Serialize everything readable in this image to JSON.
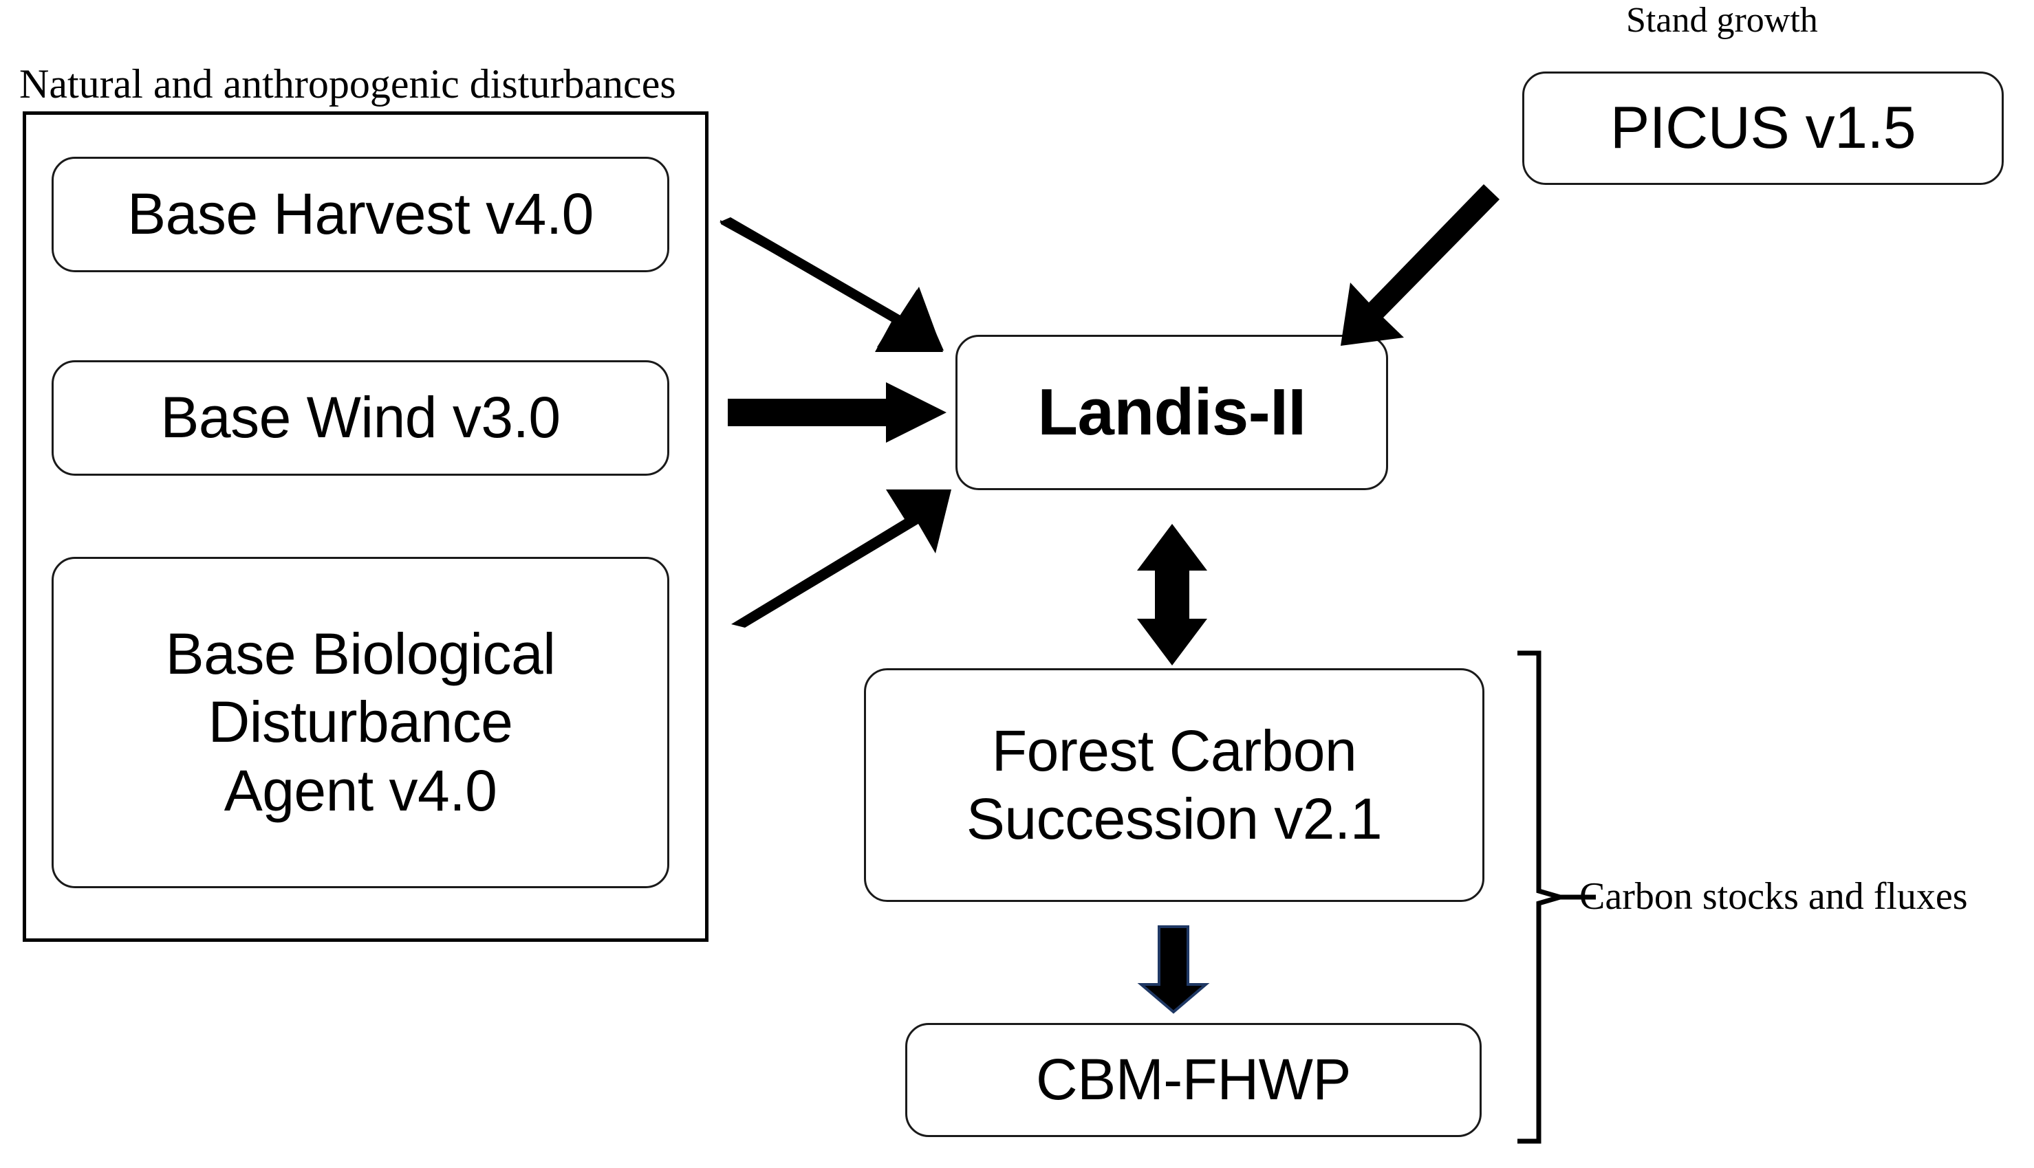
{
  "diagram": {
    "title": "Landis-II forest model linkage diagram",
    "background_color": "#ffffff",
    "line_color": "#000000",
    "arrow_accent_color": "#1f3864"
  },
  "captions": {
    "disturbances": "Natural and anthropogenic disturbances",
    "stand_growth": "Stand growth",
    "carbon": "Carbon stocks and fluxes"
  },
  "nodes": {
    "base_harvest": "Base Harvest v4.0",
    "base_wind": "Base Wind v3.0",
    "base_bda_line1": "Base Biological",
    "base_bda_line2": "Disturbance",
    "base_bda_line3": "Agent v4.0",
    "picus": "PICUS v1.5",
    "landis": "Landis-II",
    "fcs_line1": "Forest Carbon",
    "fcs_line2": "Succession v2.1",
    "cbm": "CBM-FHWP"
  },
  "connections": [
    {
      "from": "Base Harvest v4.0",
      "to": "Landis-II",
      "style": "single-arrow-diagonal-down-right"
    },
    {
      "from": "Base Wind v3.0",
      "to": "Landis-II",
      "style": "single-arrow-horizontal-right"
    },
    {
      "from": "Base Biological Disturbance Agent v4.0",
      "to": "Landis-II",
      "style": "single-arrow-diagonal-up-right"
    },
    {
      "from": "PICUS v1.5",
      "to": "Landis-II",
      "style": "single-arrow-diagonal-down-left"
    },
    {
      "from": "Landis-II",
      "to": "Forest Carbon Succession v2.1",
      "style": "double-headed-vertical"
    },
    {
      "from": "Forest Carbon Succession v2.1",
      "to": "CBM-FHWP",
      "style": "single-arrow-vertical-down"
    }
  ],
  "groups": {
    "disturbance_group_members": [
      "Base Harvest v4.0",
      "Base Wind v3.0",
      "Base Biological Disturbance Agent v4.0"
    ],
    "carbon_bracket_members": [
      "Forest Carbon Succession v2.1",
      "CBM-FHWP"
    ]
  }
}
